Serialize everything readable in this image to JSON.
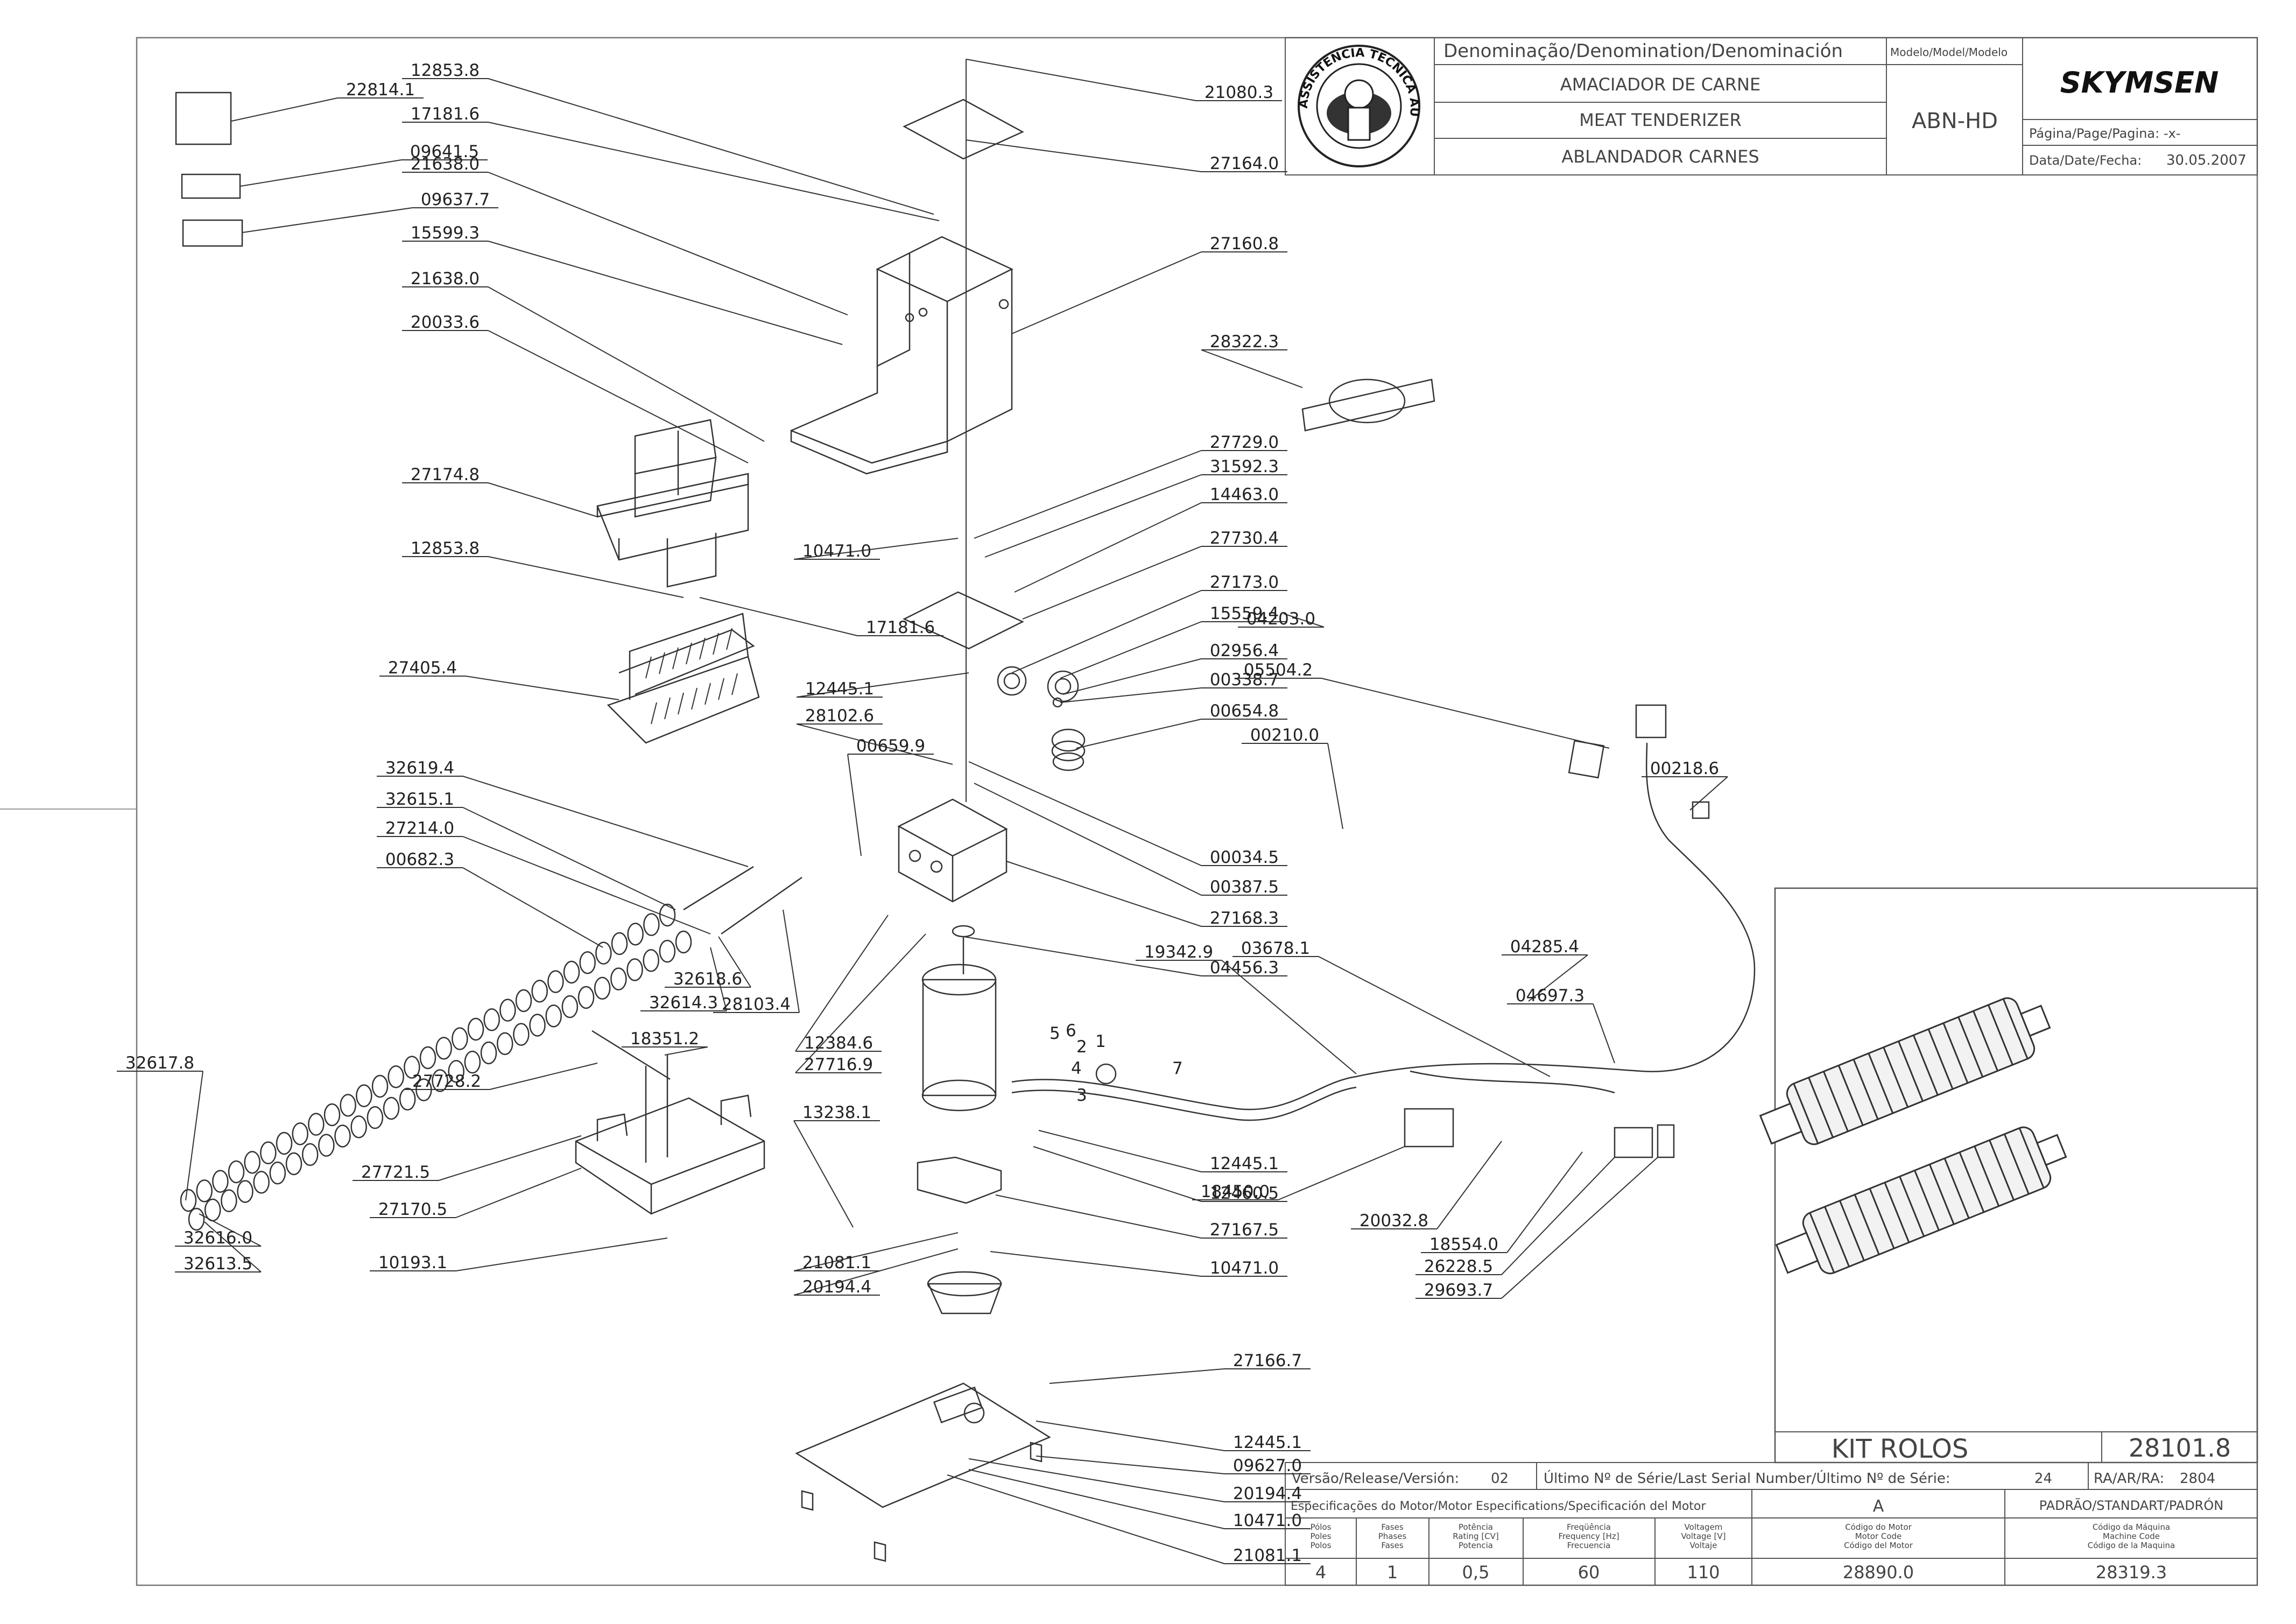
{
  "title_block": {
    "denomination_header": "Denominação/Denomination/Denominación",
    "name_pt": "AMACIADOR DE CARNE",
    "name_en": "MEAT TENDERIZER",
    "name_es": "ABLANDADOR CARNES",
    "model_header": "Modelo/Model/Modelo",
    "model": "ABN-HD",
    "brand": "SKYMSEN",
    "page_label": "Página/Page/Pagina:",
    "page_value": "-x-",
    "date_label": "Data/Date/Fecha:",
    "date_value": "30.05.2007",
    "seal_text": "ASSISTÊNCIA TÉCNICA AUTORIZADA"
  },
  "kit_box": {
    "title": "KIT ROLOS",
    "code": "28101.8"
  },
  "bottom_block": {
    "release_label": "Versão/Release/Versión:",
    "release_value": "02",
    "serial_label": "Último Nº de Série/Last Serial Number/Último Nº de Série:",
    "serial_value": "24",
    "ra_label": "RA/AR/RA:",
    "ra_value": "2804",
    "motor_spec_label": "Especificações do Motor/Motor Especifications/Specificación del Motor",
    "variant": "A",
    "standard_label": "PADRÃO/STANDART/PADRÓN",
    "columns": [
      {
        "h": [
          "Pólos",
          "Poles",
          "Polos"
        ],
        "v": "4"
      },
      {
        "h": [
          "Fases",
          "Phases",
          "Fases"
        ],
        "v": "1"
      },
      {
        "h": [
          "Potência",
          "Rating [CV]",
          "Potencia"
        ],
        "v": "0,5"
      },
      {
        "h": [
          "Freqüência",
          "Frequency [Hz]",
          "Frecuencia"
        ],
        "v": "60"
      },
      {
        "h": [
          "Voltagem",
          "Voltage [V]",
          "Voltaje"
        ],
        "v": "110"
      },
      {
        "h": [
          "Código do Motor",
          "Motor Code",
          "Código del Motor"
        ],
        "v": "28890.0"
      },
      {
        "h": [
          "Código da Máquina",
          "Machine Code",
          "Código de la Maquina"
        ],
        "v": "28319.3"
      }
    ]
  },
  "wire_numbers": [
    "1",
    "2",
    "3",
    "4",
    "5",
    "6",
    "7"
  ],
  "part_labels": [
    "22814.1",
    "09641.5",
    "09637.7",
    "12853.8",
    "17181.6",
    "21638.0",
    "15599.3",
    "21638.0",
    "20033.6",
    "27174.8",
    "12853.8",
    "17181.6",
    "27405.4",
    "32619.4",
    "32615.1",
    "27214.0",
    "00682.3",
    "32618.6",
    "32614.3",
    "28103.4",
    "18351.2",
    "27728.2",
    "32617.8",
    "27721.5",
    "27170.5",
    "10193.1",
    "32616.0",
    "32613.5",
    "21080.3",
    "27164.0",
    "27160.8",
    "28322.3",
    "27729.0",
    "31592.3",
    "14463.0",
    "10471.0",
    "27730.4",
    "27173.0",
    "15559.4",
    "02956.4",
    "00338.7",
    "00654.8",
    "12445.1",
    "28102.6",
    "00659.9",
    "00034.5",
    "00387.5",
    "27168.3",
    "04456.3",
    "12384.6",
    "27716.9",
    "13238.1",
    "12445.1",
    "12460.5",
    "27167.5",
    "21081.1",
    "20194.4",
    "10471.0",
    "27166.7",
    "12445.1",
    "09627.0",
    "20194.4",
    "10471.0",
    "21081.1",
    "04203.0",
    "05504.2",
    "00210.0",
    "00218.6",
    "19342.9",
    "03678.1",
    "04285.4",
    "04697.3",
    "18450.0",
    "20032.8",
    "18554.0",
    "26228.5",
    "29693.7"
  ]
}
